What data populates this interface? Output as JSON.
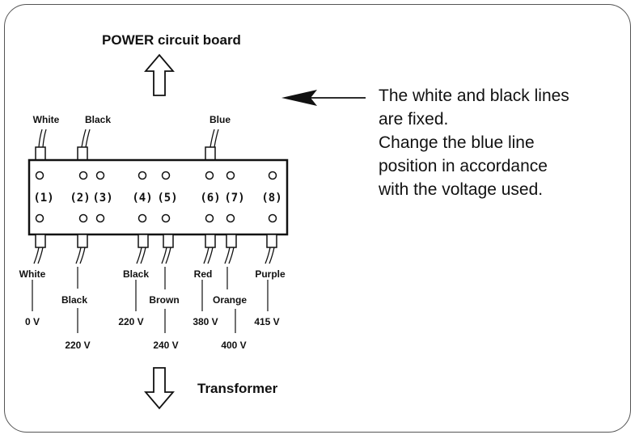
{
  "title_top": "POWER circuit board",
  "title_bottom": "Transformer",
  "note_lines": [
    "The white and black lines",
    "are fixed.",
    "Change the blue line",
    "position in accordance",
    "with the voltage used."
  ],
  "top_wires": [
    {
      "label": "White",
      "terminal": "1"
    },
    {
      "label": "Black",
      "terminal": "2"
    },
    {
      "label": "Blue",
      "terminal": "6"
    }
  ],
  "terminals": [
    "(1)",
    "(2)",
    "(3)",
    "(4)",
    "(5)",
    "(6)",
    "(7)",
    "(8)"
  ],
  "bottom_wires": [
    {
      "label": "White",
      "voltage": "0 V"
    },
    {
      "label": "Black",
      "voltage": "220 V"
    },
    {
      "label": "Black",
      "voltage": "220 V"
    },
    {
      "label": "Brown",
      "voltage": "240 V"
    },
    {
      "label": "Red",
      "voltage": "380 V"
    },
    {
      "label": "Orange",
      "voltage": "400 V"
    },
    {
      "label": "Purple",
      "voltage": "415 V"
    }
  ],
  "colors": {
    "line": "#111111",
    "frame": "#555555",
    "background": "#ffffff"
  }
}
